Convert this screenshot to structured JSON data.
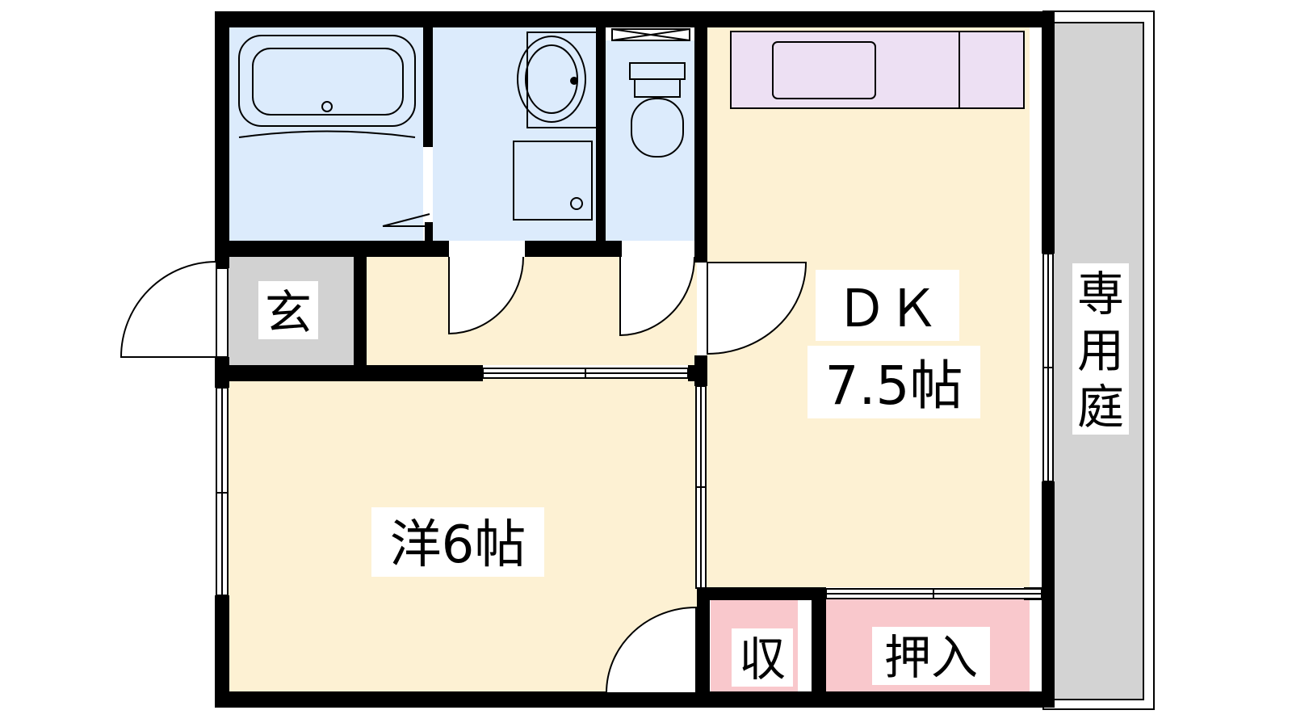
{
  "rooms": {
    "entrance": "玄",
    "dk_name": "ＤＫ",
    "dk_size": "7.5帖",
    "western": "洋6帖",
    "storage": "収",
    "closet": "押入",
    "garden": [
      "専",
      "用",
      "庭"
    ]
  },
  "colors": {
    "wet_area": "#dcebfc",
    "living": "#fdf1d3",
    "storage": "#f9c8cc",
    "kitchen": "#ede0f3",
    "entrance": "#d2d2d2",
    "garden": "#d3d3d3",
    "wall": "#000000"
  }
}
